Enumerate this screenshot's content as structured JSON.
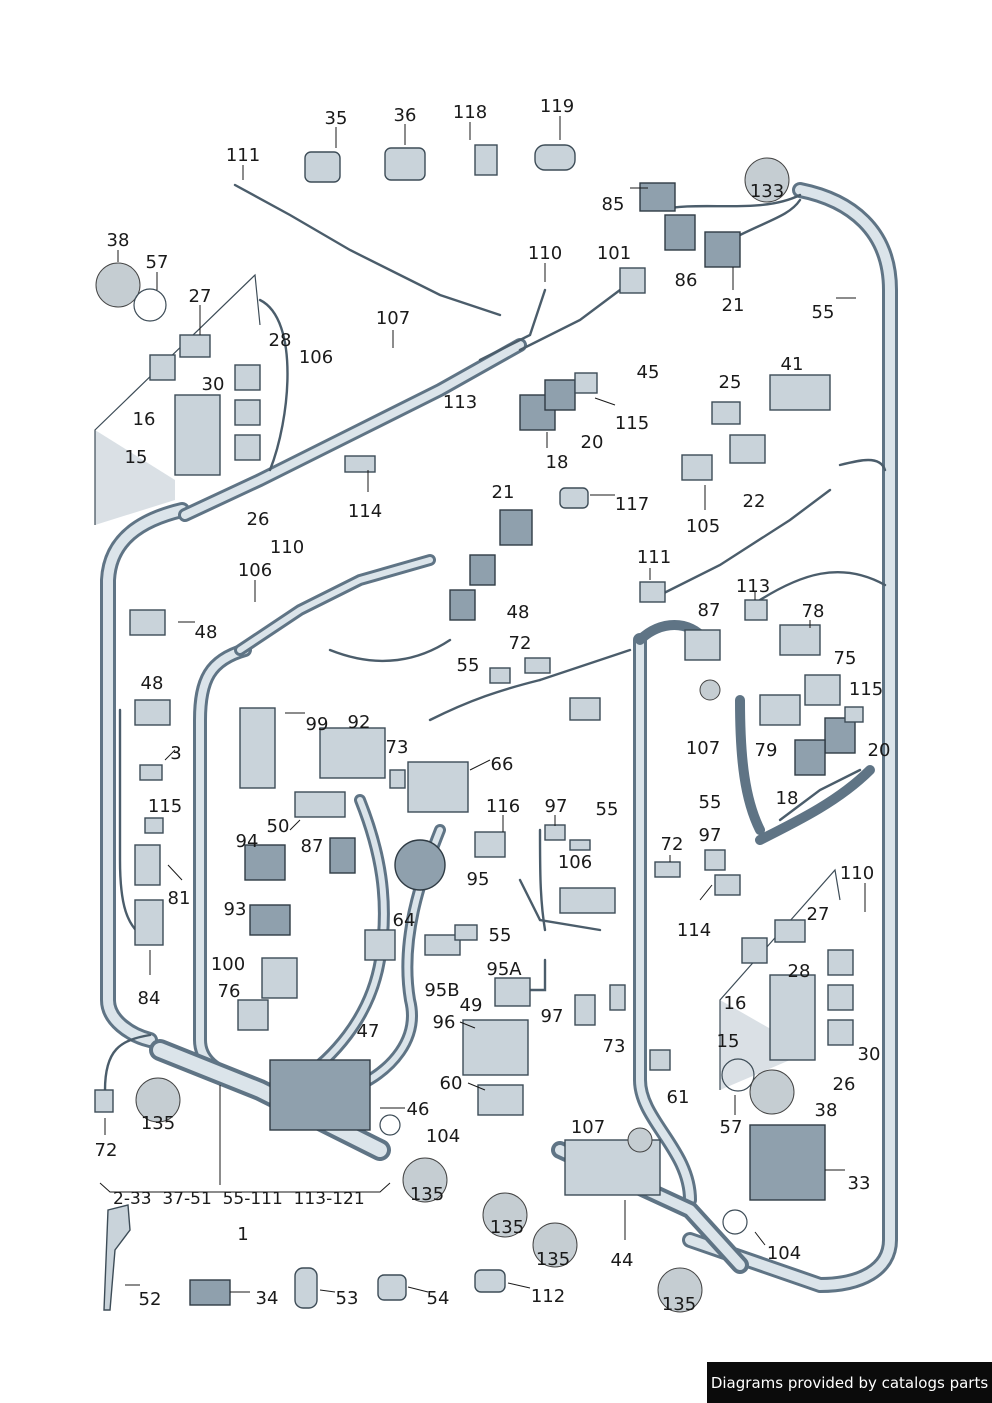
{
  "footer": {
    "credit": "Diagrams provided by catalogs parts"
  },
  "assembly": {
    "ranges": "2-33  37-51  55-111  113-121",
    "main_label": "1"
  },
  "labels": [
    {
      "id": "l35",
      "text": "35"
    },
    {
      "id": "l36",
      "text": "36"
    },
    {
      "id": "l118",
      "text": "118"
    },
    {
      "id": "l119",
      "text": "119"
    },
    {
      "id": "l111a",
      "text": "111"
    },
    {
      "id": "l38a",
      "text": "38"
    },
    {
      "id": "l57a",
      "text": "57"
    },
    {
      "id": "l27a",
      "text": "27"
    },
    {
      "id": "l28a",
      "text": "28"
    },
    {
      "id": "l30a",
      "text": "30"
    },
    {
      "id": "l16a",
      "text": "16"
    },
    {
      "id": "l15a",
      "text": "15"
    },
    {
      "id": "l26a",
      "text": "26"
    },
    {
      "id": "l106a",
      "text": "106"
    },
    {
      "id": "l110a",
      "text": "110"
    },
    {
      "id": "l107a",
      "text": "107"
    },
    {
      "id": "l114a",
      "text": "114"
    },
    {
      "id": "l113a",
      "text": "113"
    },
    {
      "id": "l110b",
      "text": "110"
    },
    {
      "id": "l101",
      "text": "101"
    },
    {
      "id": "l86",
      "text": "86"
    },
    {
      "id": "l85",
      "text": "85"
    },
    {
      "id": "l133",
      "text": "133"
    },
    {
      "id": "l21a",
      "text": "21"
    },
    {
      "id": "l55a",
      "text": "55"
    },
    {
      "id": "l45",
      "text": "45"
    },
    {
      "id": "l115a",
      "text": "115"
    },
    {
      "id": "l20a",
      "text": "20"
    },
    {
      "id": "l18a",
      "text": "18"
    },
    {
      "id": "l41",
      "text": "41"
    },
    {
      "id": "l25",
      "text": "25"
    },
    {
      "id": "l22",
      "text": "22"
    },
    {
      "id": "l105",
      "text": "105"
    },
    {
      "id": "l117",
      "text": "117"
    },
    {
      "id": "l21b",
      "text": "21"
    },
    {
      "id": "l106b",
      "text": "106"
    },
    {
      "id": "l48a",
      "text": "48"
    },
    {
      "id": "l48b",
      "text": "48"
    },
    {
      "id": "l48c",
      "text": "48"
    },
    {
      "id": "l111b",
      "text": "111"
    },
    {
      "id": "l113b",
      "text": "113"
    },
    {
      "id": "l87a",
      "text": "87"
    },
    {
      "id": "l78",
      "text": "78"
    },
    {
      "id": "l75",
      "text": "75"
    },
    {
      "id": "l115b",
      "text": "115"
    },
    {
      "id": "l20b",
      "text": "20"
    },
    {
      "id": "l79",
      "text": "79"
    },
    {
      "id": "l18b",
      "text": "18"
    },
    {
      "id": "l107b",
      "text": "107"
    },
    {
      "id": "l72a",
      "text": "72"
    },
    {
      "id": "l55b",
      "text": "55"
    },
    {
      "id": "l99",
      "text": "99"
    },
    {
      "id": "l92",
      "text": "92"
    },
    {
      "id": "l73a",
      "text": "73"
    },
    {
      "id": "l66",
      "text": "66"
    },
    {
      "id": "l3",
      "text": "3"
    },
    {
      "id": "l115c",
      "text": "115"
    },
    {
      "id": "l81",
      "text": "81"
    },
    {
      "id": "l84",
      "text": "84"
    },
    {
      "id": "l50",
      "text": "50"
    },
    {
      "id": "l94",
      "text": "94"
    },
    {
      "id": "l87b",
      "text": "87"
    },
    {
      "id": "l93",
      "text": "93"
    },
    {
      "id": "l64",
      "text": "64"
    },
    {
      "id": "l116",
      "text": "116"
    },
    {
      "id": "l97a",
      "text": "97"
    },
    {
      "id": "l55c",
      "text": "55"
    },
    {
      "id": "l95",
      "text": "95"
    },
    {
      "id": "l106c",
      "text": "106"
    },
    {
      "id": "l55d",
      "text": "55"
    },
    {
      "id": "l97b",
      "text": "97"
    },
    {
      "id": "l72b",
      "text": "72"
    },
    {
      "id": "l110c",
      "text": "110"
    },
    {
      "id": "l27b",
      "text": "27"
    },
    {
      "id": "l114b",
      "text": "114"
    },
    {
      "id": "l55e",
      "text": "55"
    },
    {
      "id": "l100",
      "text": "100"
    },
    {
      "id": "l76",
      "text": "76"
    },
    {
      "id": "l47",
      "text": "47"
    },
    {
      "id": "l95b",
      "text": "95B"
    },
    {
      "id": "l95a",
      "text": "95A"
    },
    {
      "id": "l49",
      "text": "49"
    },
    {
      "id": "l96",
      "text": "96"
    },
    {
      "id": "l97c",
      "text": "97"
    },
    {
      "id": "l73b",
      "text": "73"
    },
    {
      "id": "l28b",
      "text": "28"
    },
    {
      "id": "l16b",
      "text": "16"
    },
    {
      "id": "l15b",
      "text": "15"
    },
    {
      "id": "l30b",
      "text": "30"
    },
    {
      "id": "l26b",
      "text": "26"
    },
    {
      "id": "l135a",
      "text": "135"
    },
    {
      "id": "l72c",
      "text": "72"
    },
    {
      "id": "l60",
      "text": "60"
    },
    {
      "id": "l46",
      "text": "46"
    },
    {
      "id": "l104a",
      "text": "104"
    },
    {
      "id": "l61",
      "text": "61"
    },
    {
      "id": "l57b",
      "text": "57"
    },
    {
      "id": "l38b",
      "text": "38"
    },
    {
      "id": "l107c",
      "text": "107"
    },
    {
      "id": "l33",
      "text": "33"
    },
    {
      "id": "l135b",
      "text": "135"
    },
    {
      "id": "l135c",
      "text": "135"
    },
    {
      "id": "l135d",
      "text": "135"
    },
    {
      "id": "l44",
      "text": "44"
    },
    {
      "id": "l104b",
      "text": "104"
    },
    {
      "id": "l135e",
      "text": "135"
    },
    {
      "id": "l52",
      "text": "52"
    },
    {
      "id": "l34",
      "text": "34"
    },
    {
      "id": "l53",
      "text": "53"
    },
    {
      "id": "l54",
      "text": "54"
    },
    {
      "id": "l112",
      "text": "112"
    }
  ]
}
